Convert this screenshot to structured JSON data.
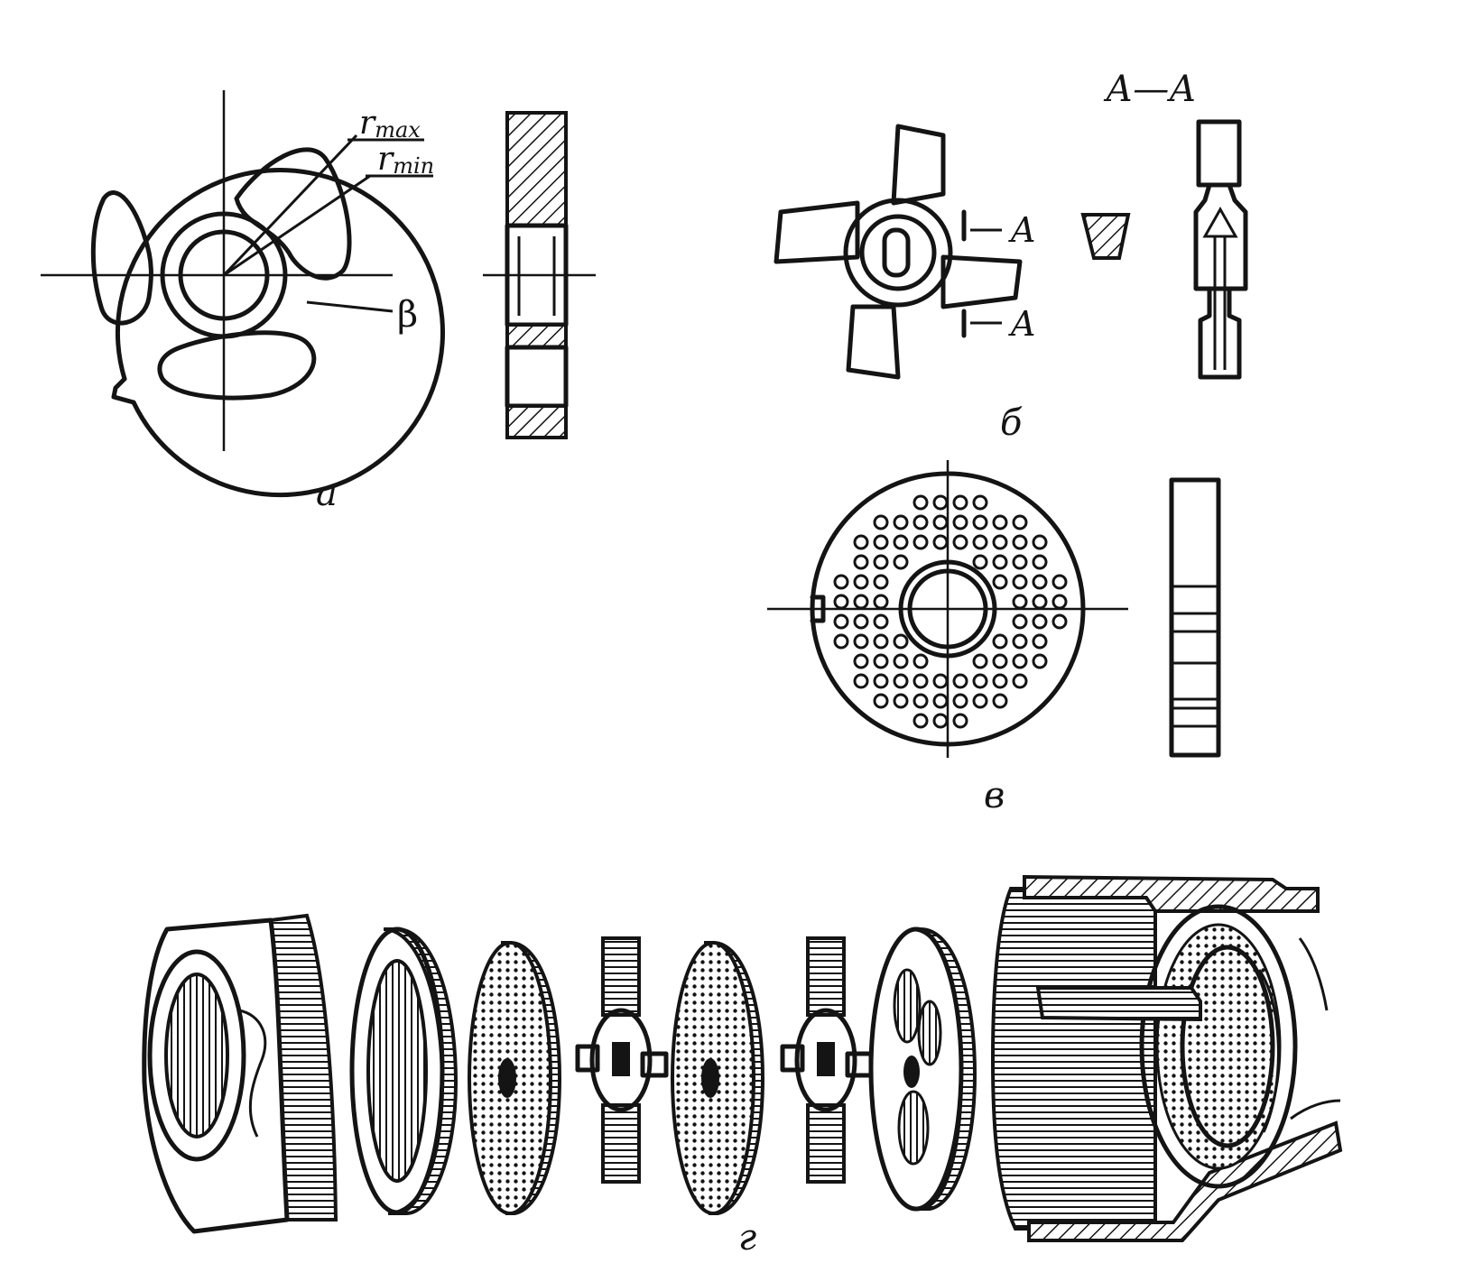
{
  "figure": {
    "labels": {
      "a": "а",
      "b": "б",
      "v": "в",
      "g": "г",
      "section": "А—А",
      "cut_a_top": "A",
      "cut_a_bottom": "A",
      "r_max_r": "r",
      "r_max_sub": "max",
      "r_min_r": "r",
      "r_min_sub": "min",
      "beta": "β"
    },
    "colors": {
      "ink": "#141414",
      "paper": "#ffffff"
    }
  }
}
